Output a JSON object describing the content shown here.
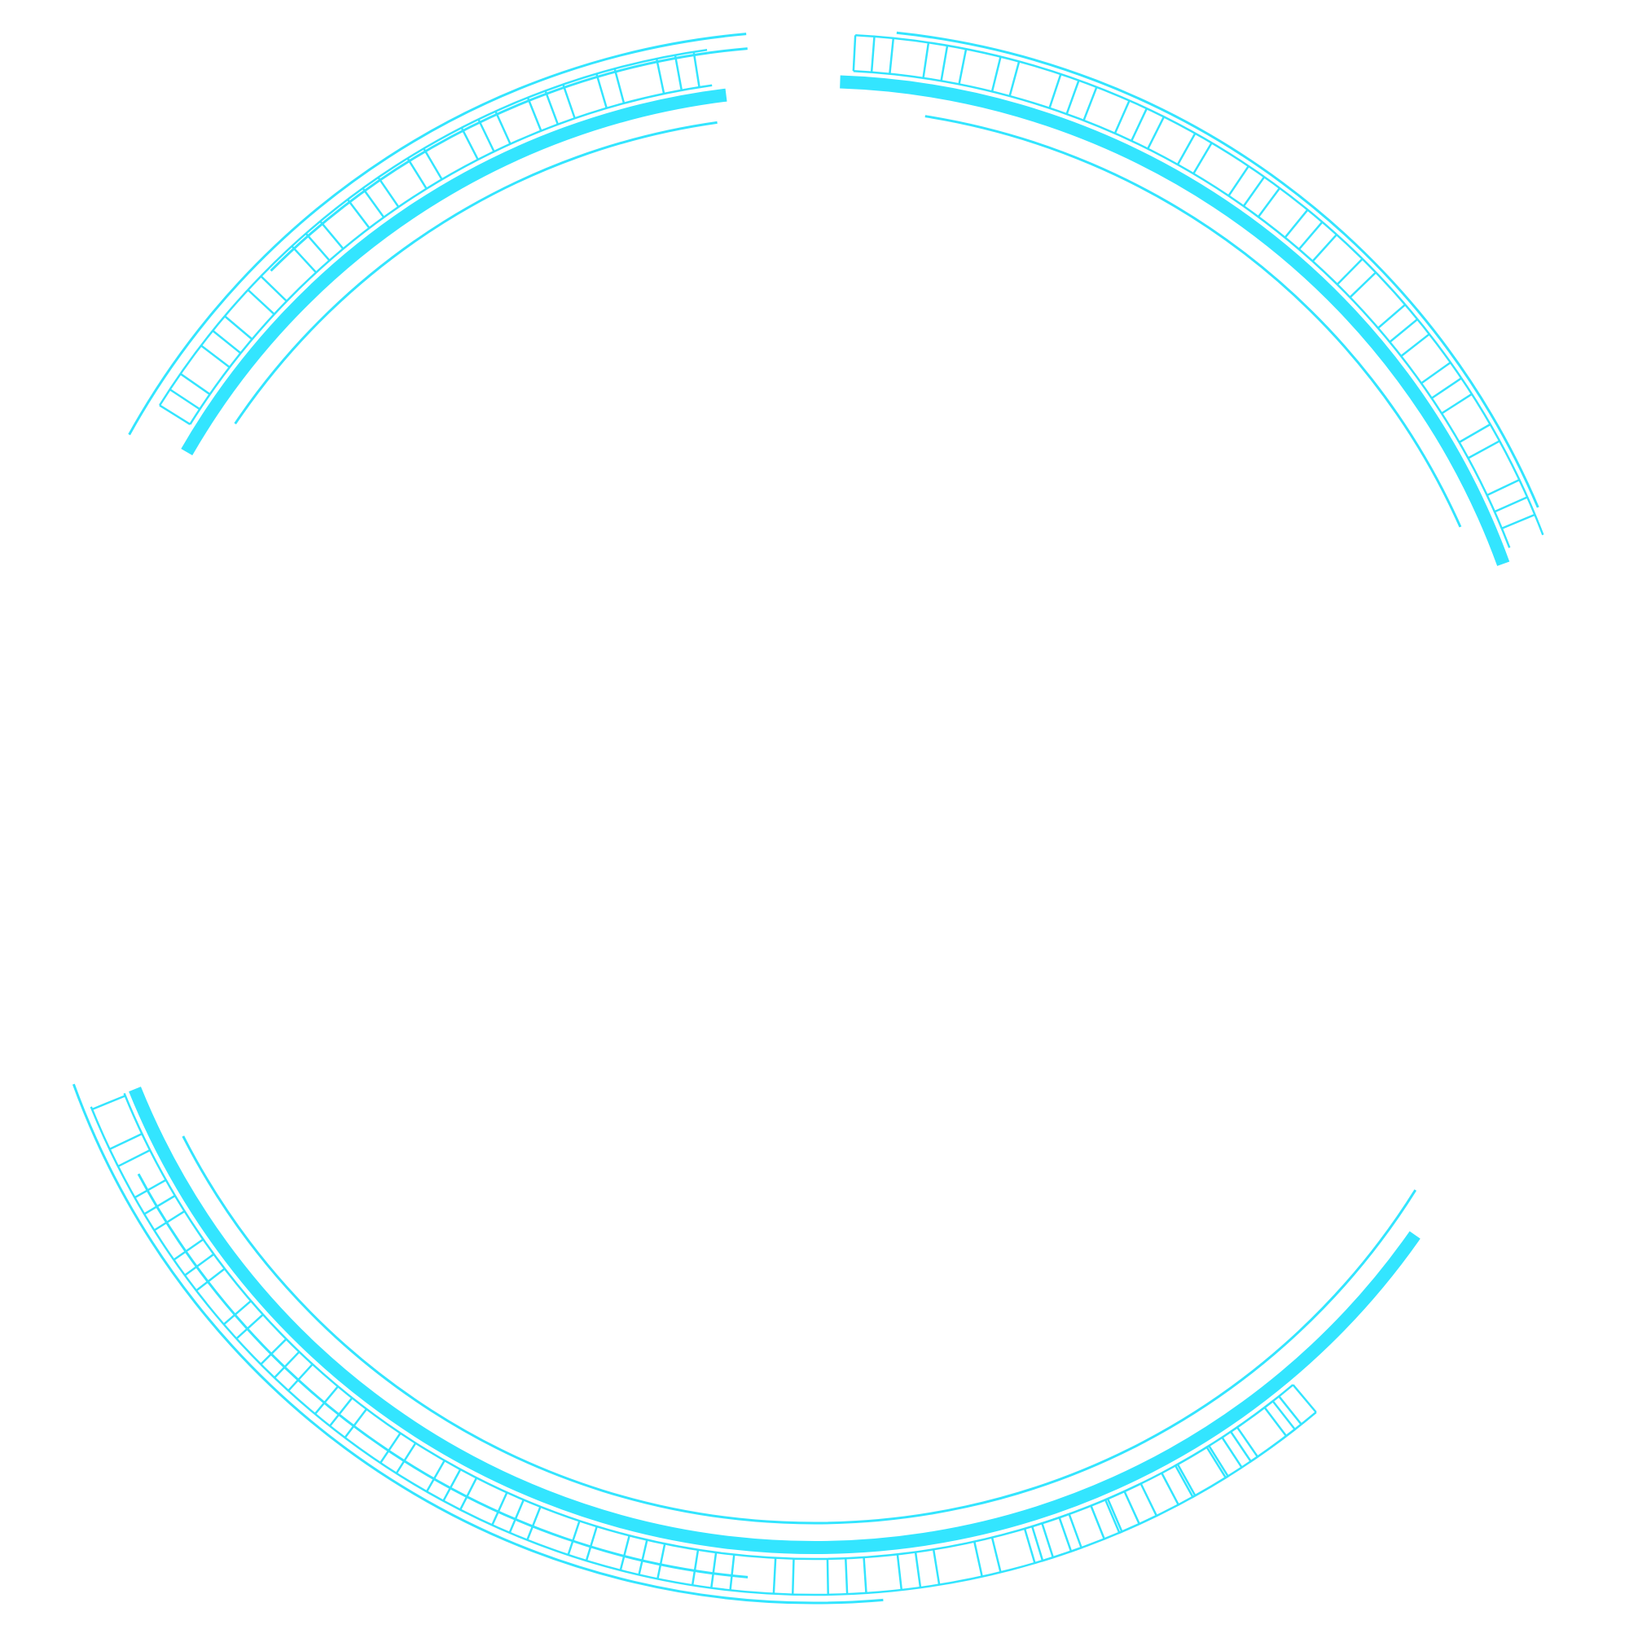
{
  "colors": {
    "background": "#ffffff",
    "accent": "#33e5ff"
  },
  "segments": [
    {
      "name": "arc-segment-top-left"
    },
    {
      "name": "arc-segment-top-right"
    },
    {
      "name": "arc-segment-bottom"
    }
  ]
}
